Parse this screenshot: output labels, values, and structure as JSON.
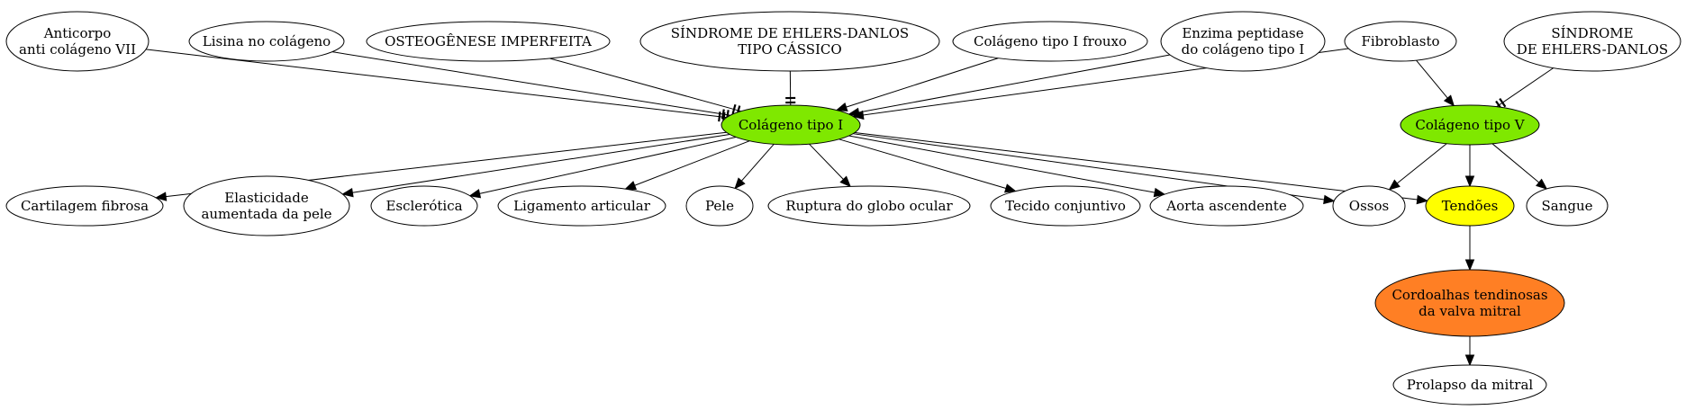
{
  "diagram": {
    "nodes": [
      {
        "id": "anticorpo",
        "lines": [
          "Anticorpo",
          "anti colágeno VII"
        ],
        "fill": "#ffffff"
      },
      {
        "id": "lisina",
        "lines": [
          "Lisina no colágeno"
        ],
        "fill": "#ffffff"
      },
      {
        "id": "osteogenese",
        "lines": [
          "OSTEOGÊNESE IMPERFEITA"
        ],
        "fill": "#ffffff"
      },
      {
        "id": "sed_classico",
        "lines": [
          "SÍNDROME DE EHLERS-DANLOS",
          "TIPO CÁSSICO"
        ],
        "fill": "#ffffff"
      },
      {
        "id": "col1_frouxo",
        "lines": [
          "Colágeno tipo I frouxo"
        ],
        "fill": "#ffffff"
      },
      {
        "id": "enzima",
        "lines": [
          "Enzima peptidase",
          "do colágeno tipo I"
        ],
        "fill": "#ffffff"
      },
      {
        "id": "fibroblasto",
        "lines": [
          "Fibroblasto"
        ],
        "fill": "#ffffff"
      },
      {
        "id": "sed",
        "lines": [
          "SÍNDROME",
          "DE EHLERS-DANLOS"
        ],
        "fill": "#ffffff"
      },
      {
        "id": "col1",
        "lines": [
          "Colágeno tipo I"
        ],
        "fill": "#7fe800"
      },
      {
        "id": "col5",
        "lines": [
          "Colágeno tipo V"
        ],
        "fill": "#7fe800"
      },
      {
        "id": "cartilagem",
        "lines": [
          "Cartilagem fibrosa"
        ],
        "fill": "#ffffff"
      },
      {
        "id": "elasticidade",
        "lines": [
          "Elasticidade",
          "aumentada da pele"
        ],
        "fill": "#ffffff"
      },
      {
        "id": "esclerotica",
        "lines": [
          "Esclerótica"
        ],
        "fill": "#ffffff"
      },
      {
        "id": "ligamento",
        "lines": [
          "Ligamento articular"
        ],
        "fill": "#ffffff"
      },
      {
        "id": "pele",
        "lines": [
          "Pele"
        ],
        "fill": "#ffffff"
      },
      {
        "id": "ruptura",
        "lines": [
          "Ruptura do globo ocular"
        ],
        "fill": "#ffffff"
      },
      {
        "id": "tecido",
        "lines": [
          "Tecido conjuntivo"
        ],
        "fill": "#ffffff"
      },
      {
        "id": "aorta",
        "lines": [
          "Aorta ascendente"
        ],
        "fill": "#ffffff"
      },
      {
        "id": "ossos",
        "lines": [
          "Ossos"
        ],
        "fill": "#ffffff"
      },
      {
        "id": "tendoes",
        "lines": [
          "Tendões"
        ],
        "fill": "#ffff00"
      },
      {
        "id": "sangue",
        "lines": [
          "Sangue"
        ],
        "fill": "#ffffff"
      },
      {
        "id": "cordoalhas",
        "lines": [
          "Cordoalhas tendinosas",
          "da valva mitral"
        ],
        "fill": "#ff7f24"
      },
      {
        "id": "prolapso",
        "lines": [
          "Prolapso da mitral"
        ],
        "fill": "#ffffff"
      }
    ],
    "edges": [
      {
        "from": "anticorpo",
        "to": "col1",
        "head": "tee"
      },
      {
        "from": "lisina",
        "to": "col1",
        "head": "tee"
      },
      {
        "from": "osteogenese",
        "to": "col1",
        "head": "tee"
      },
      {
        "from": "sed_classico",
        "to": "col1",
        "head": "tee"
      },
      {
        "from": "col1_frouxo",
        "to": "col1",
        "head": "arrow"
      },
      {
        "from": "enzima",
        "to": "col1",
        "head": "arrow"
      },
      {
        "from": "fibroblasto",
        "to": "col1",
        "head": "arrow"
      },
      {
        "from": "fibroblasto",
        "to": "col5",
        "head": "arrow"
      },
      {
        "from": "sed",
        "to": "col5",
        "head": "tee"
      },
      {
        "from": "col1",
        "to": "cartilagem",
        "head": "arrow"
      },
      {
        "from": "col1",
        "to": "elasticidade",
        "head": "arrow"
      },
      {
        "from": "col1",
        "to": "esclerotica",
        "head": "arrow"
      },
      {
        "from": "col1",
        "to": "ligamento",
        "head": "arrow"
      },
      {
        "from": "col1",
        "to": "pele",
        "head": "arrow"
      },
      {
        "from": "col1",
        "to": "ruptura",
        "head": "arrow"
      },
      {
        "from": "col1",
        "to": "tecido",
        "head": "arrow"
      },
      {
        "from": "col1",
        "to": "aorta",
        "head": "arrow"
      },
      {
        "from": "col1",
        "to": "ossos",
        "head": "arrow"
      },
      {
        "from": "col1",
        "to": "tendoes",
        "head": "arrow"
      },
      {
        "from": "col5",
        "to": "ossos",
        "head": "arrow"
      },
      {
        "from": "col5",
        "to": "tendoes",
        "head": "arrow"
      },
      {
        "from": "col5",
        "to": "sangue",
        "head": "arrow"
      },
      {
        "from": "tendoes",
        "to": "cordoalhas",
        "head": "arrow"
      },
      {
        "from": "cordoalhas",
        "to": "prolapso",
        "head": "arrow"
      }
    ]
  }
}
